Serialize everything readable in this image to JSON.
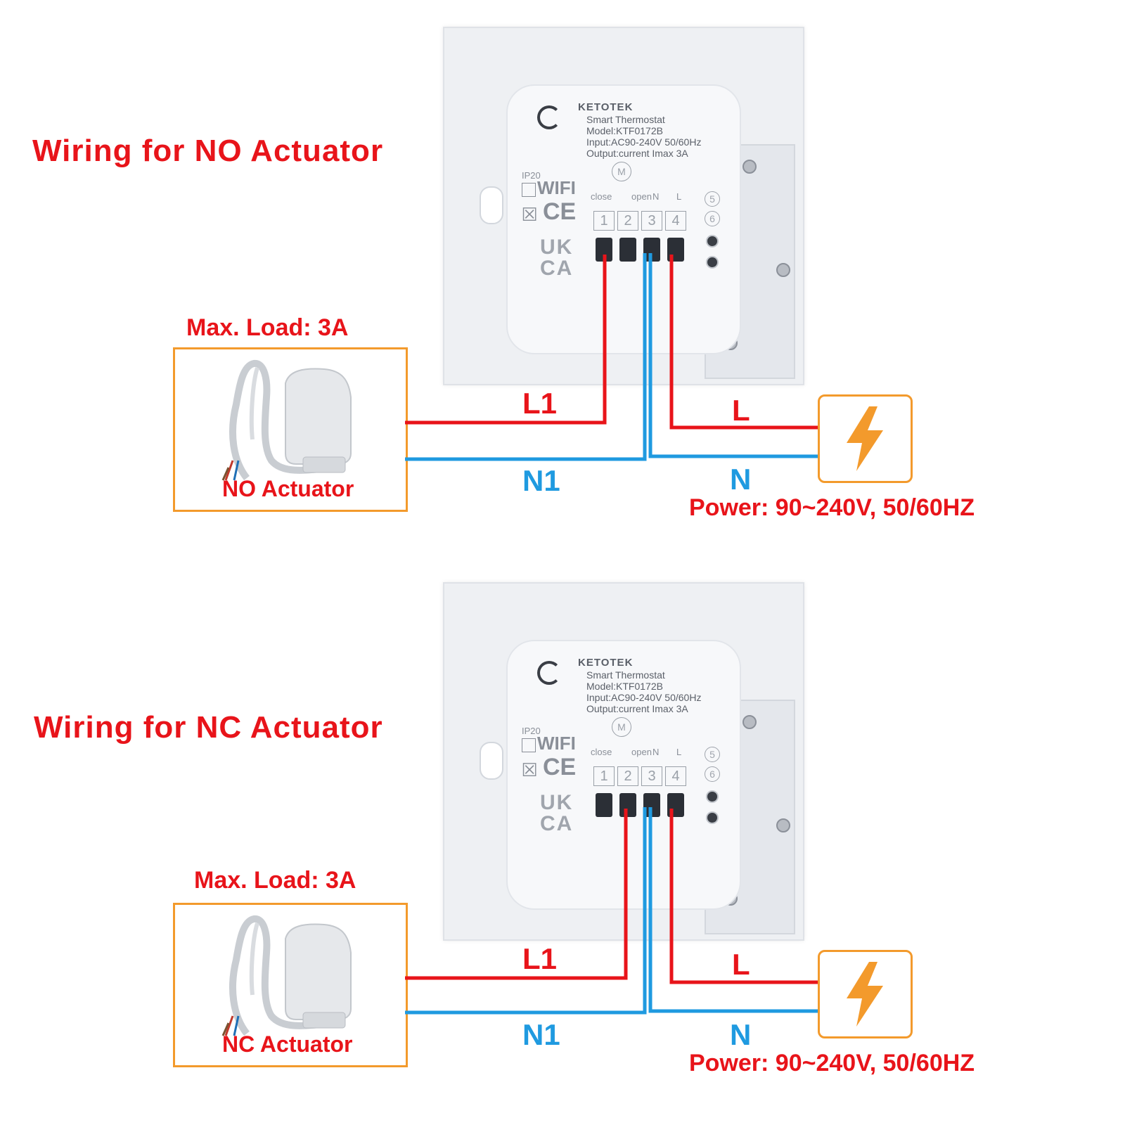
{
  "colors": {
    "title_red": "#e8141a",
    "wire_red": "#e8141a",
    "wire_blue": "#1f9ae0",
    "box_orange": "#f39a2c",
    "bolt_orange": "#f39a2c"
  },
  "thermostat": {
    "brand": "KETOTEK",
    "product": "Smart Thermostat",
    "model": "Model:KTF0172B",
    "input": "Input:AC90-240V 50/60Hz",
    "output": "Output:current Imax 3A",
    "ip_rating": "IP20",
    "wifi": "WIFI",
    "ce_mark": "CE",
    "ukca_top": "UK",
    "ukca_bottom": "CA",
    "terminals": [
      "1",
      "2",
      "3",
      "4"
    ],
    "terminal_top_labels": [
      "close",
      "M",
      "open",
      "N",
      "L"
    ],
    "circled": [
      "5",
      "6"
    ]
  },
  "panels": [
    {
      "title": "Wiring for NO Actuator",
      "max_load": "Max. Load: 3A",
      "actuator_label": "NO Actuator",
      "wire_l1": "L1",
      "wire_n1": "N1",
      "wire_l": "L",
      "wire_n": "N",
      "power": "Power: 90~240V, 50/60HZ",
      "l1_terminal": "1"
    },
    {
      "title": "Wiring for NC Actuator",
      "max_load": "Max. Load: 3A",
      "actuator_label": "NC Actuator",
      "wire_l1": "L1",
      "wire_n1": "N1",
      "wire_l": "L",
      "wire_n": "N",
      "power": "Power: 90~240V, 50/60HZ",
      "l1_terminal": "2"
    }
  ],
  "icons": {
    "power": "lightning-bolt-icon",
    "actuator": "thermal-actuator-icon"
  }
}
